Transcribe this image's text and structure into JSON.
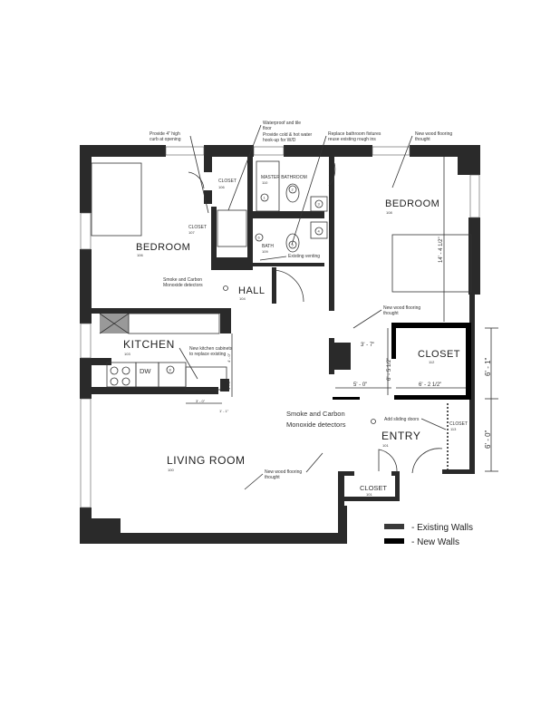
{
  "rooms": {
    "bedroom_left": {
      "name": "BEDROOM",
      "num": "106"
    },
    "bedroom_right": {
      "name": "BEDROOM",
      "num": "108"
    },
    "closet_106": {
      "name": "CLOSET",
      "num": "106"
    },
    "closet_107": {
      "name": "CLOSET",
      "num": "107"
    },
    "master_bath": {
      "name": "MASTER BATHROOM",
      "num": "110"
    },
    "bath": {
      "name": "BATH",
      "num": "109"
    },
    "hall": {
      "name": "HALL",
      "num": "104"
    },
    "kitchen": {
      "name": "KITCHEN",
      "num": "103"
    },
    "closet_112": {
      "name": "CLOSET",
      "num": "112"
    },
    "closet_113": {
      "name": "CLOSET",
      "num": "113"
    },
    "entry": {
      "name": "ENTRY",
      "num": "101"
    },
    "living_room": {
      "name": "LIVING ROOM",
      "num": "100"
    },
    "closet_101": {
      "name": "CLOSET",
      "num": "101"
    }
  },
  "notes": {
    "curb_1": "Provide 4\" high",
    "curb_2": "curb at opening",
    "waterproof_1": "Waterproof and tile",
    "waterproof_2": "floor",
    "water_1": "Provide cold & hot water",
    "water_2": "hook-up for W/D",
    "fixtures_1": "Replace bathroom fixtures",
    "fixtures_2": "reuse existing rough ins",
    "floor_bed_1": "New wood flooring",
    "floor_bed_2": "thought",
    "venting": "Existing venting",
    "smoke_hall_1": "Smoke and Carbon",
    "smoke_hall_2": "Monoxide detectors",
    "floor_bed2_1": "New wood flooring",
    "floor_bed2_2": "thought",
    "cabinets_1": "New kitchen cabinets",
    "cabinets_2": "to replace existing",
    "smoke_entry_1": "Smoke and Carbon",
    "smoke_entry_2": "Monoxide detectors",
    "sliding": "Add sliding doors",
    "floor_living_1": "New wood flooring",
    "floor_living_2": "thought"
  },
  "fixtures": {
    "f1": "1",
    "f2": "2",
    "f3": "3",
    "f4": "4",
    "f5": "5",
    "f6": "6",
    "f8": "8",
    "dw": "DW"
  },
  "dimensions": {
    "bedroom_len": "14' - 4 1/2\"",
    "d_3_7": "3' - 7\"",
    "d_6_5": "6' - 5 1/2\"",
    "d_5_0": "5' - 0\"",
    "d_6_2": "6' - 2 1/2\"",
    "d_6_1": "6' - 1\"",
    "d_6_0": "6' - 0\"",
    "d_4_0": "4' - 0\"",
    "d_1_4": "1' - 4\"",
    "d_3_0": "3' - 0\"",
    "d_1_1": "1' - 1\""
  },
  "legend": {
    "existing": "- Existing Walls",
    "new": "- New Walls",
    "existing_color": "#3a3a3a",
    "new_color": "#000000"
  }
}
